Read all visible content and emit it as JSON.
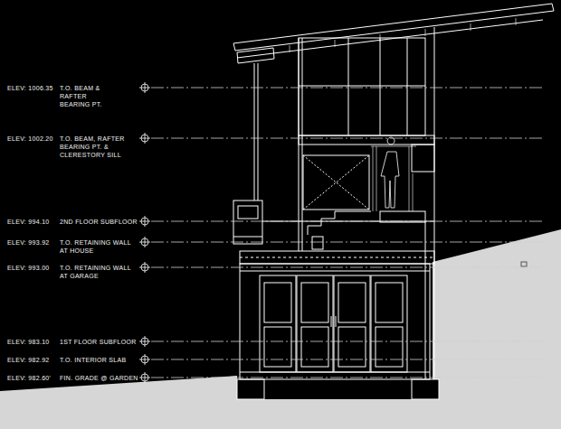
{
  "diagram": {
    "labels": [
      "ELEV: 1006.35",
      "T.O. BEAM & RAFTER BEARING PT.",
      "ELEV: 1002.20",
      "T.O. BEAM, RAFTER BEARING PT. & CLERESTORY SILL",
      "ELEV: 994.10",
      "2ND FLOOR SUBFLOOR",
      "ELEV: 993.92",
      "T.O. RETAINING WALL AT HOUSE",
      "ELEV: 993.00",
      "T.O. RETAINING WALL AT GARAGE",
      "ELEV: 983.10",
      "1ST FLOOR SUBFLOOR",
      "ELEV: 982.92",
      "T.O. INTERIOR SLAB",
      "ELEV: 982.60'",
      "FIN. GRADE @ GARDEN"
    ]
  }
}
